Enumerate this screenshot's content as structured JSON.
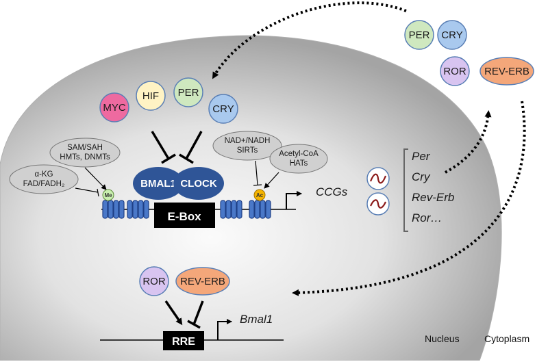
{
  "proteins": {
    "myc": "MYC",
    "hif": "HIF",
    "per": "PER",
    "cry": "CRY",
    "per_cyto": "PER",
    "cry_cyto": "CRY",
    "ror_cyto": "ROR",
    "reverb_cyto": "REV-ERB",
    "ror_nuc": "ROR",
    "reverb_nuc": "REV-ERB"
  },
  "complex": {
    "bmal1": "BMAL1",
    "clock": "CLOCK"
  },
  "elements": {
    "ebox": "E-Box",
    "rre": "RRE"
  },
  "cofactors": {
    "sam_line1": "SAM/SAH",
    "sam_line2": "HMTs, DNMTs",
    "akg_line1": "α-KG",
    "akg_line2": "FAD/FADH₂",
    "nad_line1": "NAD+/NADH",
    "nad_line2": "SIRTs",
    "acetyl_line1": "Acetyl-CoA",
    "acetyl_line2": "HATs"
  },
  "marks": {
    "me": "Me",
    "ac": "Ac"
  },
  "targets": {
    "ccgs": "CCGs",
    "bmal1_gene": "Bmal1",
    "genes": [
      "Per",
      "Cry",
      "Rev-Erb",
      "Ror…"
    ]
  },
  "compartments": {
    "nucleus": "Nucleus",
    "cytoplasm": "Cytoplasm"
  },
  "colors": {
    "myc": "#ee6aa0",
    "hif": "#fff3c4",
    "per": "#cfe8bf",
    "cry": "#a9c9ee",
    "ror": "#d8c4f0",
    "reverb": "#f4a77a",
    "complex": "#2f5597",
    "nucleosome": "#4a78c8",
    "nucleus_light": "#fafafa",
    "nucleus_dark": "#9a9a9a"
  }
}
